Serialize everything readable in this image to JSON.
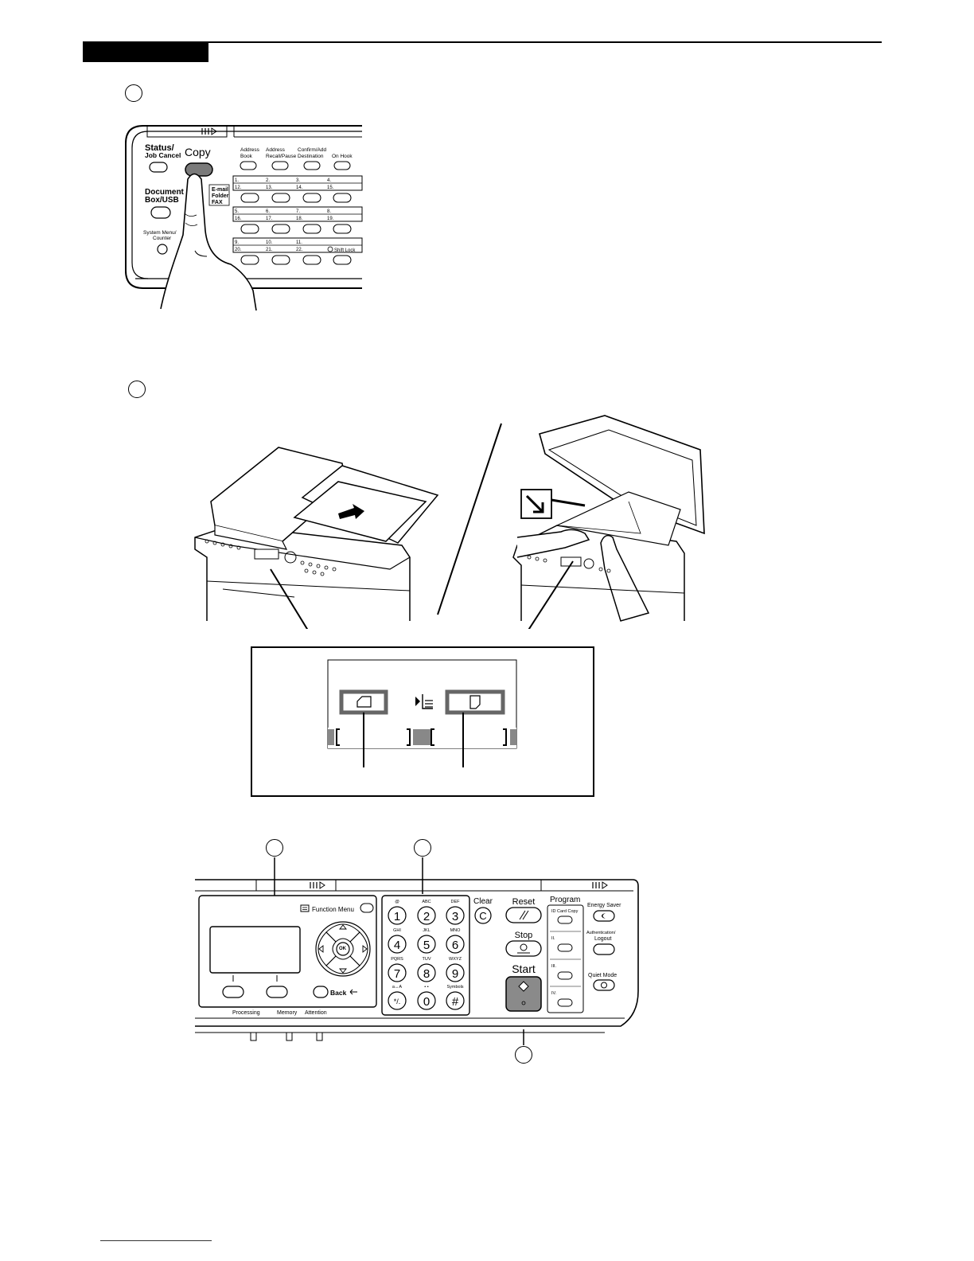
{
  "panel1": {
    "status_label": [
      "Status/",
      "Job Cancel"
    ],
    "copy_label": "Copy",
    "document_box_label": [
      "Document",
      "Box/USB"
    ],
    "system_menu_label": [
      "System Menu/",
      "Counter"
    ],
    "email_tags": [
      "E-mail",
      "Folder",
      "FAX"
    ],
    "top_keys": [
      [
        "Address",
        "Book"
      ],
      [
        "Address",
        "Recall/Pause"
      ],
      [
        "Confirm/Add",
        "Destination"
      ],
      [
        "On Hook"
      ]
    ],
    "one_touch_rows": [
      {
        "top": [
          "1.",
          "2.",
          "3.",
          "4."
        ],
        "bottom": [
          "12.",
          "13.",
          "14.",
          "15."
        ]
      },
      {
        "top": [
          "5.",
          "6.",
          "7.",
          "8."
        ],
        "bottom": [
          "16.",
          "17.",
          "18.",
          "19."
        ]
      },
      {
        "top": [
          "9.",
          "10.",
          "11.",
          ""
        ],
        "bottom": [
          "20.",
          "21.",
          "22.",
          ""
        ]
      }
    ],
    "shift_lock_label": "Shift Lock"
  },
  "panel3": {
    "function_menu_label": "Function Menu",
    "ok_label": "OK",
    "back_label": "Back",
    "indicators": [
      "Processing",
      "Memory",
      "Attention"
    ],
    "keypad": [
      {
        "digit": "1",
        "letters": "@"
      },
      {
        "digit": "2",
        "letters": "ABC"
      },
      {
        "digit": "3",
        "letters": "DEF"
      },
      {
        "digit": "4",
        "letters": "GHI"
      },
      {
        "digit": "5",
        "letters": "JKL"
      },
      {
        "digit": "6",
        "letters": "MNO"
      },
      {
        "digit": "7",
        "letters": "PQRS"
      },
      {
        "digit": "8",
        "letters": "TUV"
      },
      {
        "digit": "9",
        "letters": "WXYZ"
      },
      {
        "digit": "*/.",
        "letters": "a↔A"
      },
      {
        "digit": "0",
        "letters": "• •"
      },
      {
        "digit": "#",
        "letters": "Symbols"
      }
    ],
    "clear_label": "Clear",
    "clear_key": "C",
    "reset_label": "Reset",
    "stop_label": "Stop",
    "start_label": "Start",
    "program_label": "Program",
    "program_keys": [
      "ID Card Copy",
      "II.",
      "III.",
      "IV."
    ],
    "energy_saver_label": "Energy Saver",
    "auth_label": [
      "Authentication/",
      "Logout"
    ],
    "quiet_mode_label": "Quiet Mode"
  }
}
